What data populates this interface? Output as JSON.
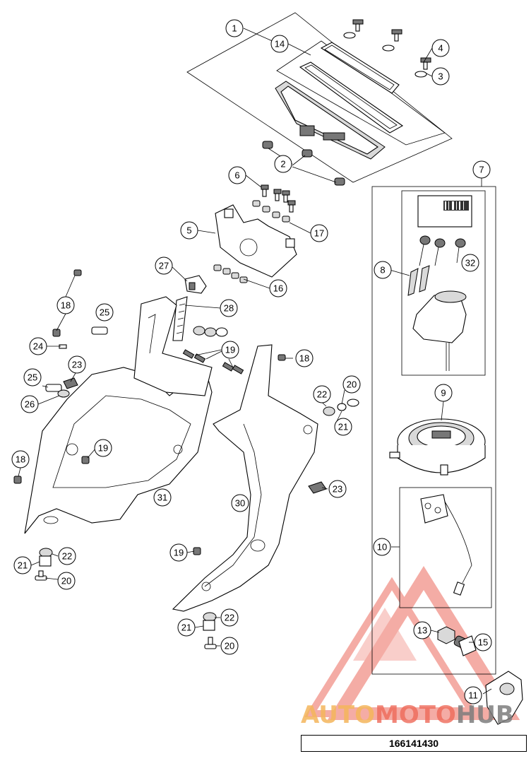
{
  "callouts": [
    {
      "label": "1"
    },
    {
      "label": "14"
    },
    {
      "label": "4"
    },
    {
      "label": "3"
    },
    {
      "label": "2"
    },
    {
      "label": "7"
    },
    {
      "label": "6"
    },
    {
      "label": "5"
    },
    {
      "label": "17"
    },
    {
      "label": "8"
    },
    {
      "label": "32"
    },
    {
      "label": "27"
    },
    {
      "label": "16"
    },
    {
      "label": "18"
    },
    {
      "label": "25"
    },
    {
      "label": "28"
    },
    {
      "label": "24"
    },
    {
      "label": "19"
    },
    {
      "label": "18"
    },
    {
      "label": "23"
    },
    {
      "label": "25"
    },
    {
      "label": "26"
    },
    {
      "label": "9"
    },
    {
      "label": "22"
    },
    {
      "label": "20"
    },
    {
      "label": "21"
    },
    {
      "label": "19"
    },
    {
      "label": "18"
    },
    {
      "label": "23"
    },
    {
      "label": "31"
    },
    {
      "label": "30"
    },
    {
      "label": "10"
    },
    {
      "label": "19"
    },
    {
      "label": "21"
    },
    {
      "label": "22"
    },
    {
      "label": "20"
    },
    {
      "label": "21"
    },
    {
      "label": "22"
    },
    {
      "label": "13"
    },
    {
      "label": "15"
    },
    {
      "label": "20"
    },
    {
      "label": "11"
    }
  ],
  "watermark": {
    "part1": "AUTO",
    "part2": "MOTO",
    "part3": "HUB"
  },
  "document_number": "166141430",
  "colors": {
    "line": "#000000",
    "watermark_orange": "#f4b65c",
    "watermark_red": "#ee6a5a",
    "watermark_gray": "#7d7d7d"
  }
}
